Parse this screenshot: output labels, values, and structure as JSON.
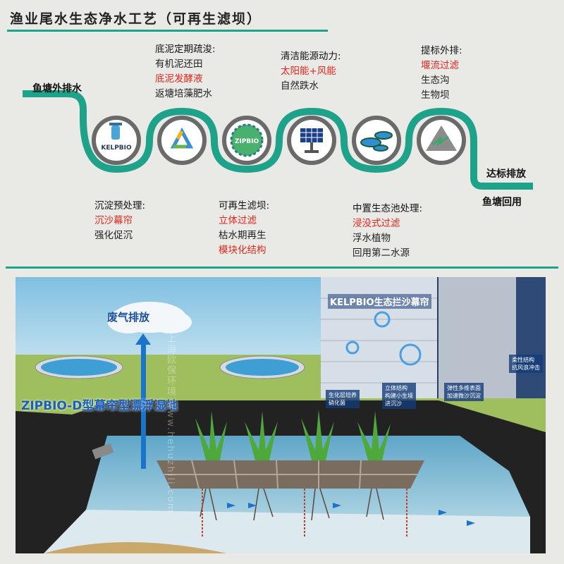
{
  "title": "渔业尾水生态净水工艺（可再生滤坝）",
  "flow": {
    "start": "鱼塘外排水",
    "end_top": "达标排放",
    "end_bottom": "鱼塘回用"
  },
  "icons": {
    "icon1_text": "KELPBIO",
    "icon3_text": "ZIPBIO"
  },
  "steps": {
    "sediment": {
      "head": "沉淀预处理:",
      "lines": [
        "沉沙幕帘",
        "强化促沉"
      ]
    },
    "mud": {
      "head": "底泥定期疏浚:",
      "lines": [
        "有机泥还田",
        "底泥发酵液",
        "返塘培藻肥水"
      ]
    },
    "dam": {
      "head": "可再生滤坝:",
      "lines": [
        "立体过滤",
        "枯水期再生",
        "模块化结构"
      ]
    },
    "energy": {
      "head": "清洁能源动力:",
      "lines": [
        "太阳能+风能",
        "自然跌水"
      ]
    },
    "eco_pool": {
      "head": "中置生态池处理:",
      "lines": [
        "浸没式过滤",
        "浮水植物",
        "回用第二水源"
      ]
    },
    "discharge": {
      "head": "提标外排:",
      "lines": [
        "堰流过滤",
        "生态沟",
        "生物坝"
      ]
    }
  },
  "scene": {
    "exhaust": "废气排放",
    "wetland_label": "ZIPBIO-D型幕帘型漂浮湿地",
    "inset_title": "KELPBIO生态拦沙幕帘",
    "tags": [
      "生化层培养",
      "硝化菌",
      "立体结构",
      "构建小生境",
      "进沉沙",
      "弹性多维表面",
      "加速微沙沉淀",
      "柔性结构",
      "抗风浪冲击"
    ],
    "watermark": "上海欧保环境 www.hehuzhili.com"
  },
  "colors": {
    "teal": "#1fa28a",
    "red": "#e1261c",
    "sky": "#9fd0e8"
  }
}
